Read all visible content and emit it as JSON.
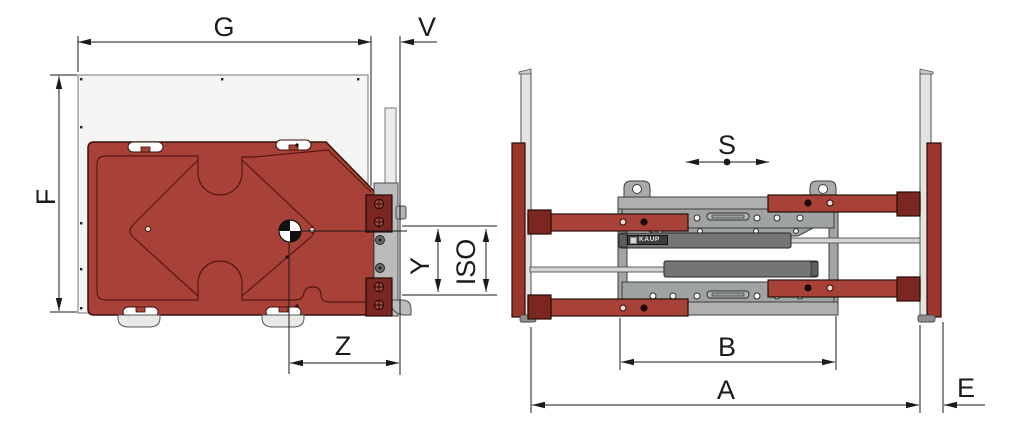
{
  "drawing": {
    "side_view": {
      "dims": {
        "g": "G",
        "v": "V",
        "f": "F",
        "y": "Y",
        "iso": "ISO",
        "z": "Z"
      }
    },
    "front_view": {
      "dims": {
        "s": "S",
        "b": "B",
        "a": "A",
        "e": "E"
      },
      "brand": "KAUP"
    }
  },
  "colors": {
    "arm_red": "#a84238",
    "dark_red": "#7c2621",
    "bar_red": "#9c352c",
    "body_gray": "#a2a5a3",
    "cylinder_gray": "#737675",
    "rod_gray": "#d2d4d2",
    "plate_gray": "#f4f4f2",
    "line": "#1a1a1a"
  }
}
